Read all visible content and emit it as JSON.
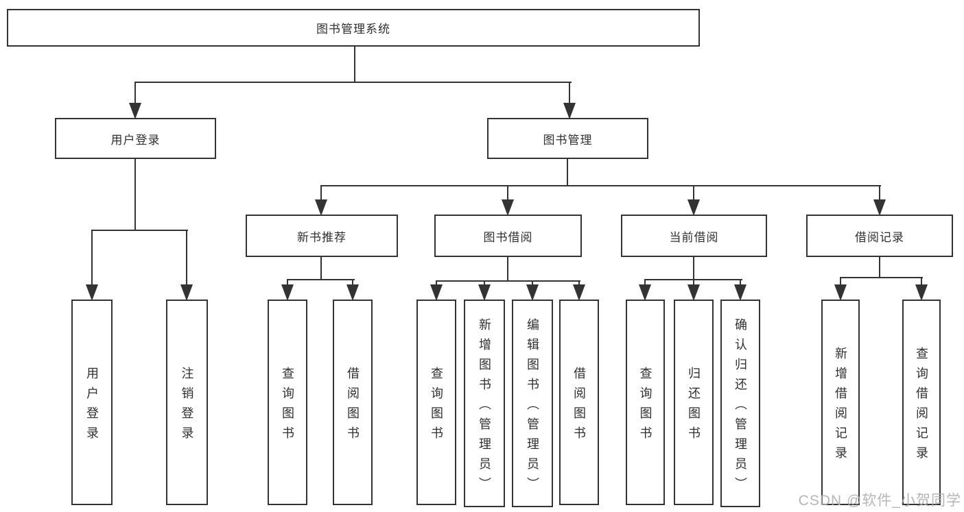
{
  "diagram_title": "图书管理系统",
  "nodes": {
    "root": {
      "label": "图书管理系统"
    },
    "user_login": {
      "label": "用户登录"
    },
    "book_mgmt": {
      "label": "图书管理"
    },
    "new_book_rec": {
      "label": "新书推荐"
    },
    "book_borrow": {
      "label": "图书借阅"
    },
    "current_borrow": {
      "label": "当前借阅"
    },
    "borrow_record": {
      "label": "借阅记录"
    },
    "leaf_user_login": {
      "label": "用户登录"
    },
    "leaf_logout": {
      "label": "注销登录"
    },
    "rec_query_books": {
      "label": "查询图书"
    },
    "rec_borrow_books": {
      "label": "借阅图书"
    },
    "bb_query_books": {
      "label": "查询图书"
    },
    "bb_add_books": {
      "label": "新增图书（管理员）"
    },
    "bb_edit_books": {
      "label": "编辑图书（管理员）"
    },
    "bb_borrow_books": {
      "label": "借阅图书"
    },
    "cb_query_books": {
      "label": "查询图书"
    },
    "cb_return_books": {
      "label": "归还图书"
    },
    "cb_confirm_return": {
      "label": "确认归还（管理员）"
    },
    "br_add_record": {
      "label": "新增借阅记录"
    },
    "br_query_record": {
      "label": "查询借阅记录"
    }
  },
  "watermark": {
    "text": "CSDN @软件_小贺同学"
  },
  "colors": {
    "line": "#333333",
    "text": "#2f2f2f",
    "canvas": "#ffffff",
    "watermark": "#b0b0b0"
  }
}
